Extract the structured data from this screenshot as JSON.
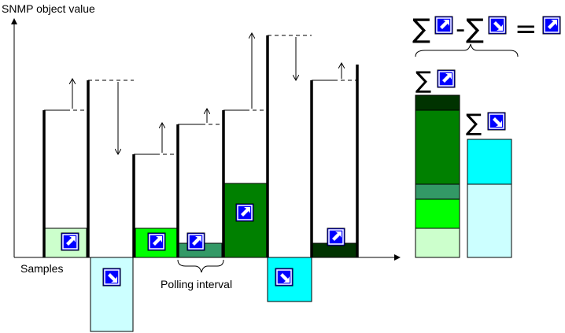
{
  "axis": {
    "y_label": "SNMP object value",
    "x_label": "Samples"
  },
  "annotations": {
    "polling_interval": "Polling interval"
  },
  "icons": {
    "increase": "arrow-up-right-icon",
    "decrease": "arrow-down-right-icon"
  },
  "formula": {
    "sum_symbol": "∑",
    "minus": "-",
    "equals": "="
  },
  "colors": {
    "icon_blue": "#0000ff",
    "decrease_fill_light": "#ccffff",
    "decrease_fill_cyan": "#00ffff",
    "increase_fill_pale": "#ccffcc",
    "increase_fill_lime": "#00ff00",
    "increase_fill_teal": "#339966",
    "increase_fill_green": "#008000",
    "increase_fill_dark": "#003300"
  }
}
